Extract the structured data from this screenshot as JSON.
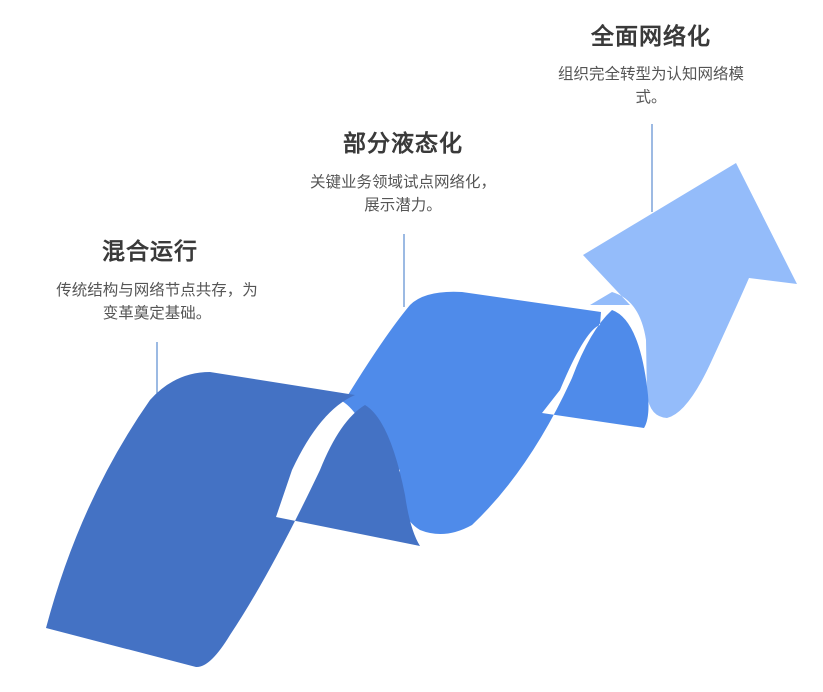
{
  "stages": [
    {
      "title": "混合运行",
      "description": "传统结构与网络节点共存，为变革奠定基础。",
      "color": "#4472C4"
    },
    {
      "title": "部分液态化",
      "description": "关键业务领域试点网络化，展示潜力。",
      "color": "#4F8BEA"
    },
    {
      "title": "全面网络化",
      "description": "组织完全转型为认知网络模式。",
      "color": "#94BCFA"
    }
  ],
  "connector_color": "#5B8BD0"
}
